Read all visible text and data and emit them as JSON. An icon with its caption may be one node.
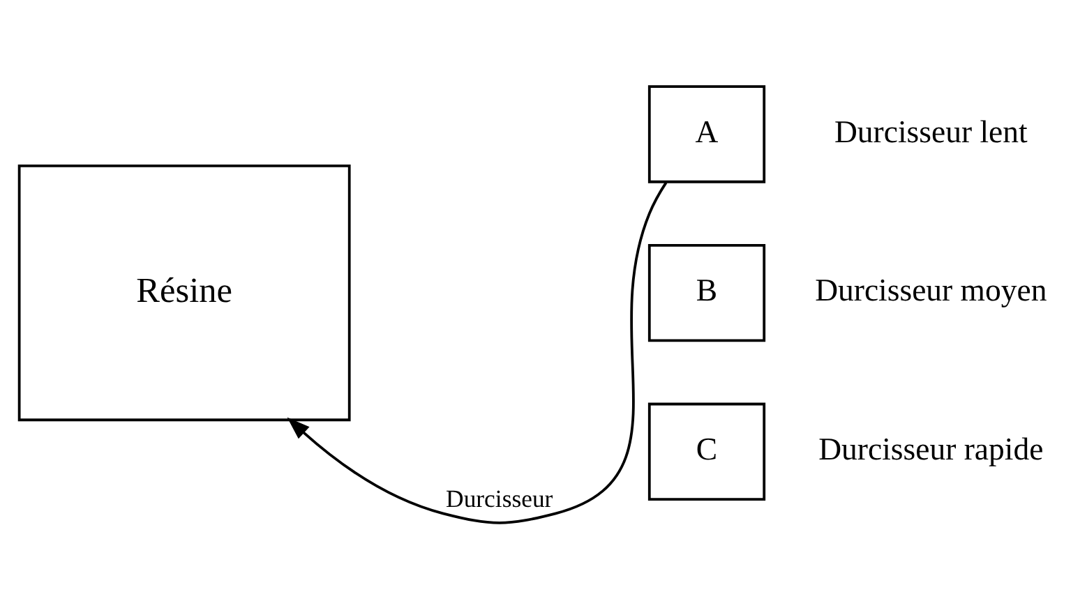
{
  "diagram": {
    "nodes": [
      {
        "text": [
          "Résine"
        ]
      },
      {
        "text": [
          "A"
        ],
        "beside": [
          "Durcisseur lent"
        ]
      },
      {
        "text": [
          "B"
        ],
        "beside": [
          "Durcisseur moyen"
        ]
      },
      {
        "text": [
          "C"
        ],
        "beside": [
          "Durcisseur rapide"
        ]
      }
    ],
    "edges": [
      {
        "from": 1,
        "to": 0,
        "arrow": "to",
        "label": "Durcisseur"
      }
    ]
  }
}
